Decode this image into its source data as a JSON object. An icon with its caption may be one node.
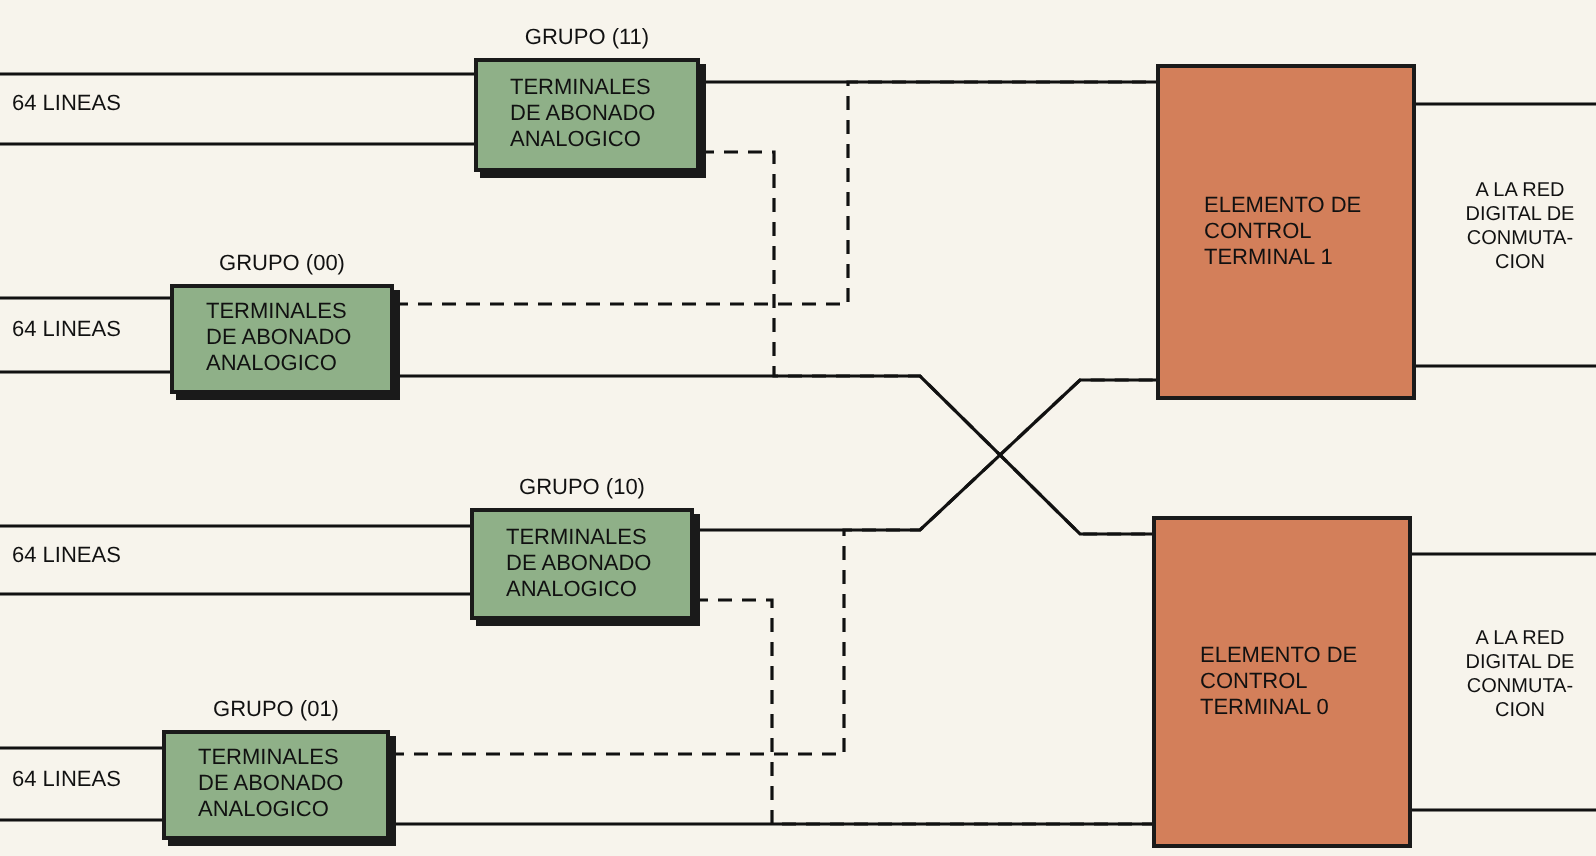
{
  "diagram": {
    "nodes": [
      {
        "text": [
          "GRUPO (11)",
          "TERMINALES DE ABONADO ANALOGICO"
        ]
      },
      {
        "text": [
          "GRUPO (00)",
          "TERMINALES DE ABONADO ANALOGICO"
        ]
      },
      {
        "text": [
          "GRUPO (10)",
          "TERMINALES DE ABONADO ANALOGICO"
        ]
      },
      {
        "text": [
          "GRUPO (01)",
          "TERMINALES DE ABONADO ANALOGICO"
        ]
      },
      {
        "text": [
          "ELEMENTO DE CONTROL TERMINAL 1"
        ]
      },
      {
        "text": [
          "ELEMENTO DE CONTROL TERMINAL 0"
        ]
      }
    ],
    "edges": [
      {
        "from": null,
        "to": 0,
        "arrow": "none"
      },
      {
        "from": null,
        "to": 0,
        "arrow": "none"
      },
      {
        "from": null,
        "to": 1,
        "arrow": "none"
      },
      {
        "from": null,
        "to": 1,
        "arrow": "none"
      },
      {
        "from": null,
        "to": 2,
        "arrow": "none"
      },
      {
        "from": null,
        "to": 2,
        "arrow": "none"
      },
      {
        "from": null,
        "to": 3,
        "arrow": "none"
      },
      {
        "from": null,
        "to": 3,
        "arrow": "none"
      },
      {
        "from": 0,
        "to": 4,
        "arrow": "none"
      },
      {
        "from": 0,
        "to": 5,
        "arrow": "none",
        "style": "dashed"
      },
      {
        "from": 1,
        "to": 4,
        "arrow": "none",
        "style": "dashed"
      },
      {
        "from": 1,
        "to": 5,
        "arrow": "none"
      },
      {
        "from": 2,
        "to": 4,
        "arrow": "none"
      },
      {
        "from": 2,
        "to": 5,
        "arrow": "none",
        "style": "dashed"
      },
      {
        "from": 3,
        "to": 4,
        "arrow": "none",
        "style": "dashed"
      },
      {
        "from": 3,
        "to": 5,
        "arrow": "none"
      },
      {
        "from": 4,
        "to": null,
        "arrow": "none"
      },
      {
        "from": 4,
        "to": null,
        "arrow": "none"
      },
      {
        "from": 5,
        "to": null,
        "arrow": "none"
      },
      {
        "from": 5,
        "to": null,
        "arrow": "none"
      }
    ],
    "labels": [
      "64 LINEAS",
      "64 LINEAS",
      "64 LINEAS",
      "64 LINEAS",
      "A LA RED DIGITAL DE CONMUTA- CION",
      "A LA RED DIGITAL DE CONMUTA- CION"
    ]
  }
}
